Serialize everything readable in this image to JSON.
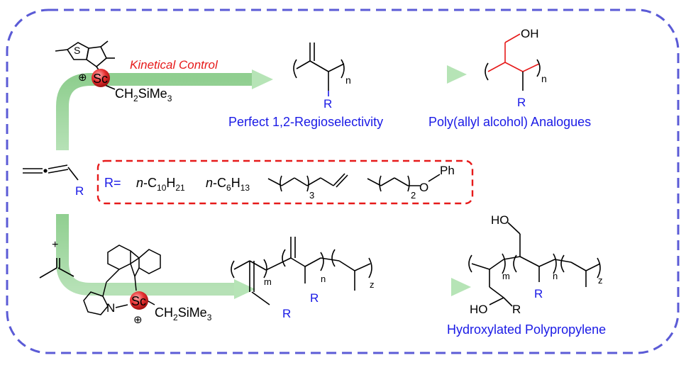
{
  "colors": {
    "frame_dashed": "#5b5bd6",
    "substituent_box": "#e61a1a",
    "arrow_green": "#8fd08f",
    "blue_text": "#1a1ae6",
    "red_text": "#e61a1a",
    "scandium_sphere": "#e63030"
  },
  "top_route": {
    "condition_label": "Kinetical Control",
    "catalyst_metal": "Sc",
    "catalyst_ligand": "CH2SiMe3",
    "catalyst_ring_atom": "S",
    "catalyst_charge": "⊕",
    "polymer_R": "R",
    "polymer_n": "n",
    "product_R": "R",
    "product_n": "n",
    "product_OH": "OH",
    "label_left": "Perfect 1,2-Regioselectivity",
    "label_right": "Poly(allyl alcohol)  Analogues"
  },
  "monomer": {
    "R": "R"
  },
  "substituents": {
    "prefix": "R=",
    "items": [
      "n-C10H21",
      "n-C6H13"
    ],
    "chain1_sub": "3",
    "chain2_sub": "2",
    "chain2_O": "O",
    "chain2_Ph": "Ph"
  },
  "bottom_route": {
    "plus_sign": "+",
    "catalyst_metal": "Sc",
    "catalyst_ligand": "CH2SiMe3",
    "catalyst_N": "N",
    "catalyst_charge": "⊕",
    "polymer_m": "m",
    "polymer_n": "n",
    "polymer_z": "z",
    "polymer_R1": "R",
    "polymer_R2": "R",
    "product_HO_top": "HO",
    "product_HO_bottom": "HO",
    "product_R1": "R",
    "product_R2": "R",
    "product_m": "m",
    "product_n": "n",
    "product_z": "z",
    "label": "Hydroxylated Polypropylene"
  }
}
